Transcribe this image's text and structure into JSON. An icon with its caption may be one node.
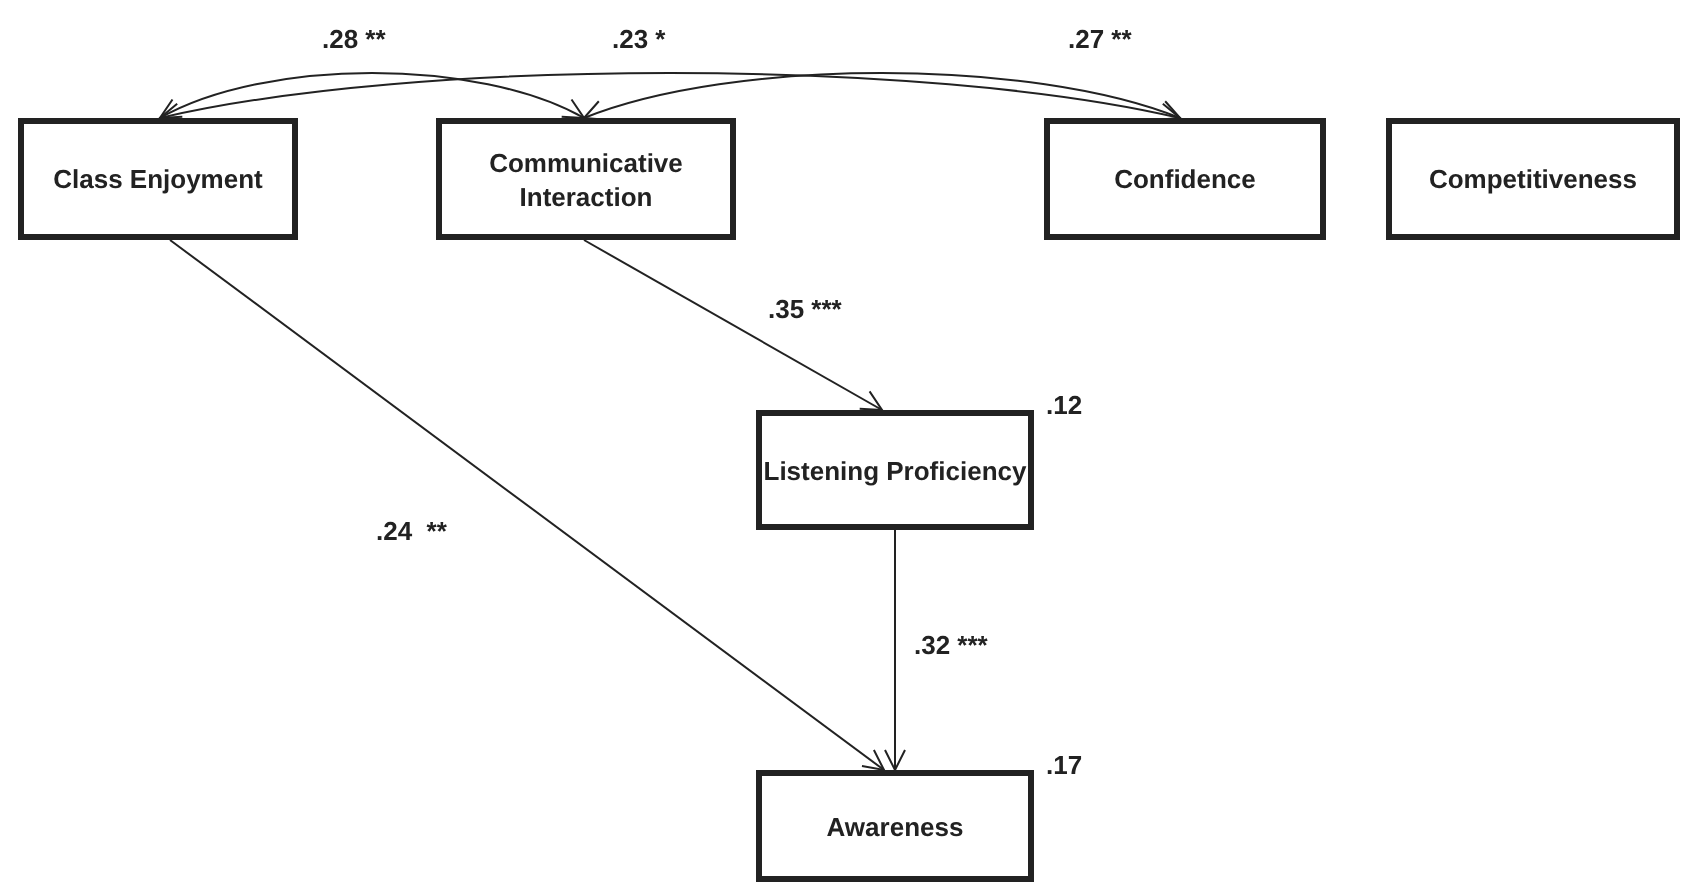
{
  "diagram": {
    "nodes": [
      {
        "text": [
          "Class Enjoyment"
        ]
      },
      {
        "text": [
          "Communicative Interaction"
        ]
      },
      {
        "text": [
          "Confidence"
        ]
      },
      {
        "text": [
          "Competitiveness"
        ]
      },
      {
        "text": [
          "Listening Proficiency"
        ],
        "beside": [
          ".12"
        ]
      },
      {
        "text": [
          "Awareness"
        ],
        "beside": [
          ".17"
        ]
      }
    ],
    "edges": [
      {
        "from": 0,
        "to": 1,
        "arrow": "both",
        "label": ".28 **"
      },
      {
        "from": 0,
        "to": 2,
        "arrow": "both",
        "label": ".23 *"
      },
      {
        "from": 1,
        "to": 2,
        "arrow": "both",
        "label": ".27 **"
      },
      {
        "from": 1,
        "to": 4,
        "arrow": "to",
        "label": ".35 ***"
      },
      {
        "from": 0,
        "to": 5,
        "arrow": "to",
        "label": ".24  **"
      },
      {
        "from": 4,
        "to": 5,
        "arrow": "to",
        "label": ".32 ***"
      }
    ]
  }
}
